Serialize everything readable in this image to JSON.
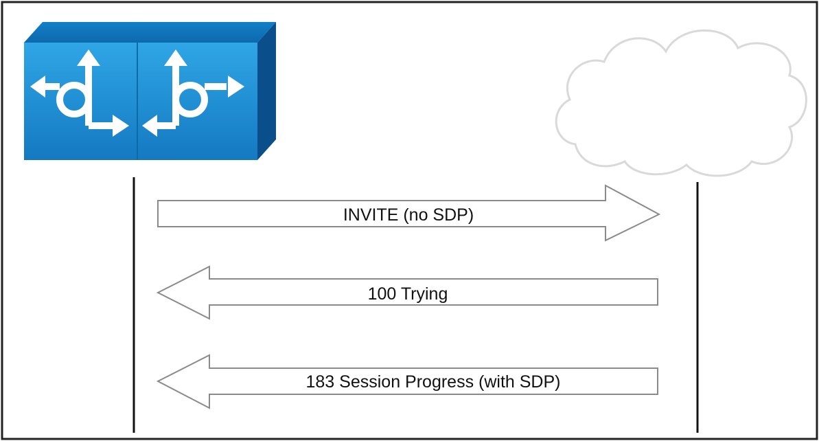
{
  "messages": [
    {
      "label": "INVITE (no SDP)",
      "direction": "right"
    },
    {
      "label": "100 Trying",
      "direction": "left"
    },
    {
      "label": "183 Session Progress (with SDP)",
      "direction": "left"
    }
  ],
  "colors": {
    "router_front": "#1a8fd2",
    "router_top": "#0f78c2",
    "router_side": "#0a4f8c",
    "icon_white": "#ffffff",
    "arrow_stroke": "#8a8a8a",
    "lifeline": "#111111",
    "cloud_stroke": "#d9d9d9",
    "border": "#222222"
  },
  "icons": {
    "device": "router-icon",
    "network": "cloud-icon"
  }
}
